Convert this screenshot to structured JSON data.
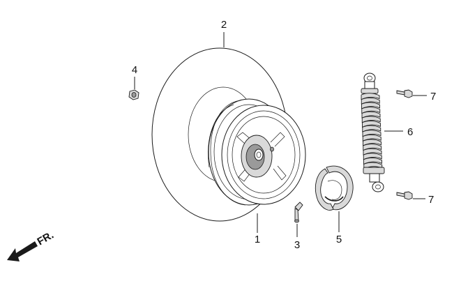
{
  "callouts": [
    {
      "id": "1",
      "label": "1"
    },
    {
      "id": "2",
      "label": "2"
    },
    {
      "id": "3",
      "label": "3"
    },
    {
      "id": "4",
      "label": "4"
    },
    {
      "id": "5",
      "label": "5"
    },
    {
      "id": "6",
      "label": "6"
    },
    {
      "id": "7a",
      "label": "7"
    },
    {
      "id": "7b",
      "label": "7"
    }
  ],
  "front_indicator": {
    "label": "FR."
  },
  "colors": {
    "line": "#1a1a1a",
    "fill_light": "#d9d9d9",
    "fill_dark": "#9a9a9a"
  }
}
